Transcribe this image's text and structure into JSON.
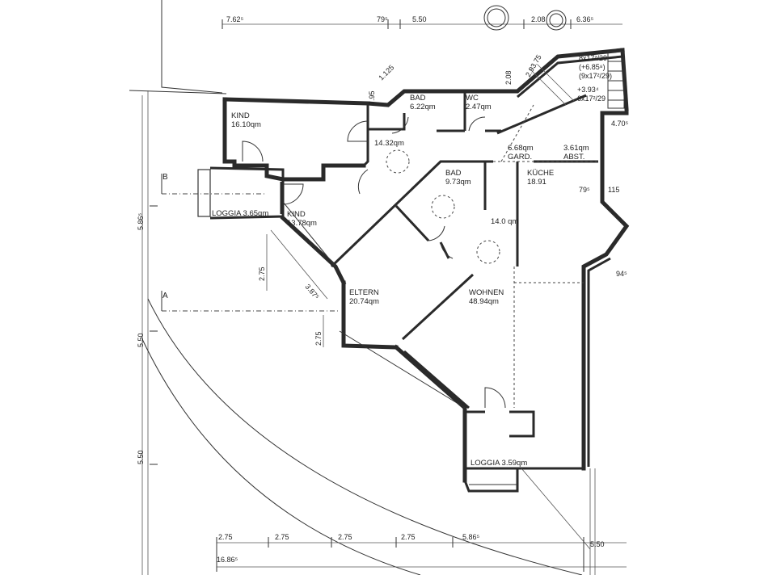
{
  "rooms": {
    "kind1": {
      "name": "KIND",
      "area": "16.10qm"
    },
    "bad1": {
      "name": "BAD",
      "area": "6.22qm"
    },
    "wc": {
      "name": "WC",
      "area": "2.47qm"
    },
    "flur": {
      "area": "14.32qm"
    },
    "garderobe": {
      "area": "6.68qm",
      "name": "GARD."
    },
    "abst": {
      "area": "3.61qm",
      "name": "ABST."
    },
    "bad2": {
      "name": "BAD",
      "area": "9.73qm"
    },
    "kueche": {
      "name": "KÜCHE",
      "area": "18.91"
    },
    "loggia1": {
      "label": "LOGGIA 3.65qm"
    },
    "kind2": {
      "name": "KIND",
      "area": "13.78qm"
    },
    "diele": {
      "area": "14.0 qm"
    },
    "eltern": {
      "name": "ELTERN",
      "area": "20.74qm"
    },
    "wohnen": {
      "name": "WOHNEN",
      "area": "48.94qm"
    },
    "loggia2": {
      "label": "LOGGIA 3.59qm"
    }
  },
  "stairs": {
    "line1": "8x17²/29",
    "line2": "(+6.85⁸)",
    "line3": "(9x17²/29)",
    "line4": "+3.93⁴",
    "line5": "6x17²/29"
  },
  "dimensions": {
    "top_762": "7.62⁵",
    "top_795": "79⁵",
    "top_550": "5.50",
    "top_208": "2.08",
    "top_636": "6.36⁵",
    "diag_29375": "2.93.75",
    "v_208": "2.08",
    "v_795a": "7.95",
    "v_1125": "1.125",
    "right_470": "4.70⁵",
    "right_795": "79⁵",
    "right_115": "115",
    "right_945": "94⁵",
    "left_5865": "5.86⁵",
    "left_550a": "5.50",
    "left_550b": "5.50",
    "mid_275a": "2.75",
    "mid_275b": "2.75",
    "diag_3875": "3.87⁵",
    "bot_275a": "2.75",
    "bot_275b": "2.75",
    "bot_275c": "2.75",
    "bot_275d": "2.75",
    "bot_5865": "5.86⁵",
    "bot_550": "5.50",
    "bot_total": "16.86⁵"
  },
  "section_markers": {
    "b": "B",
    "a": "A"
  }
}
